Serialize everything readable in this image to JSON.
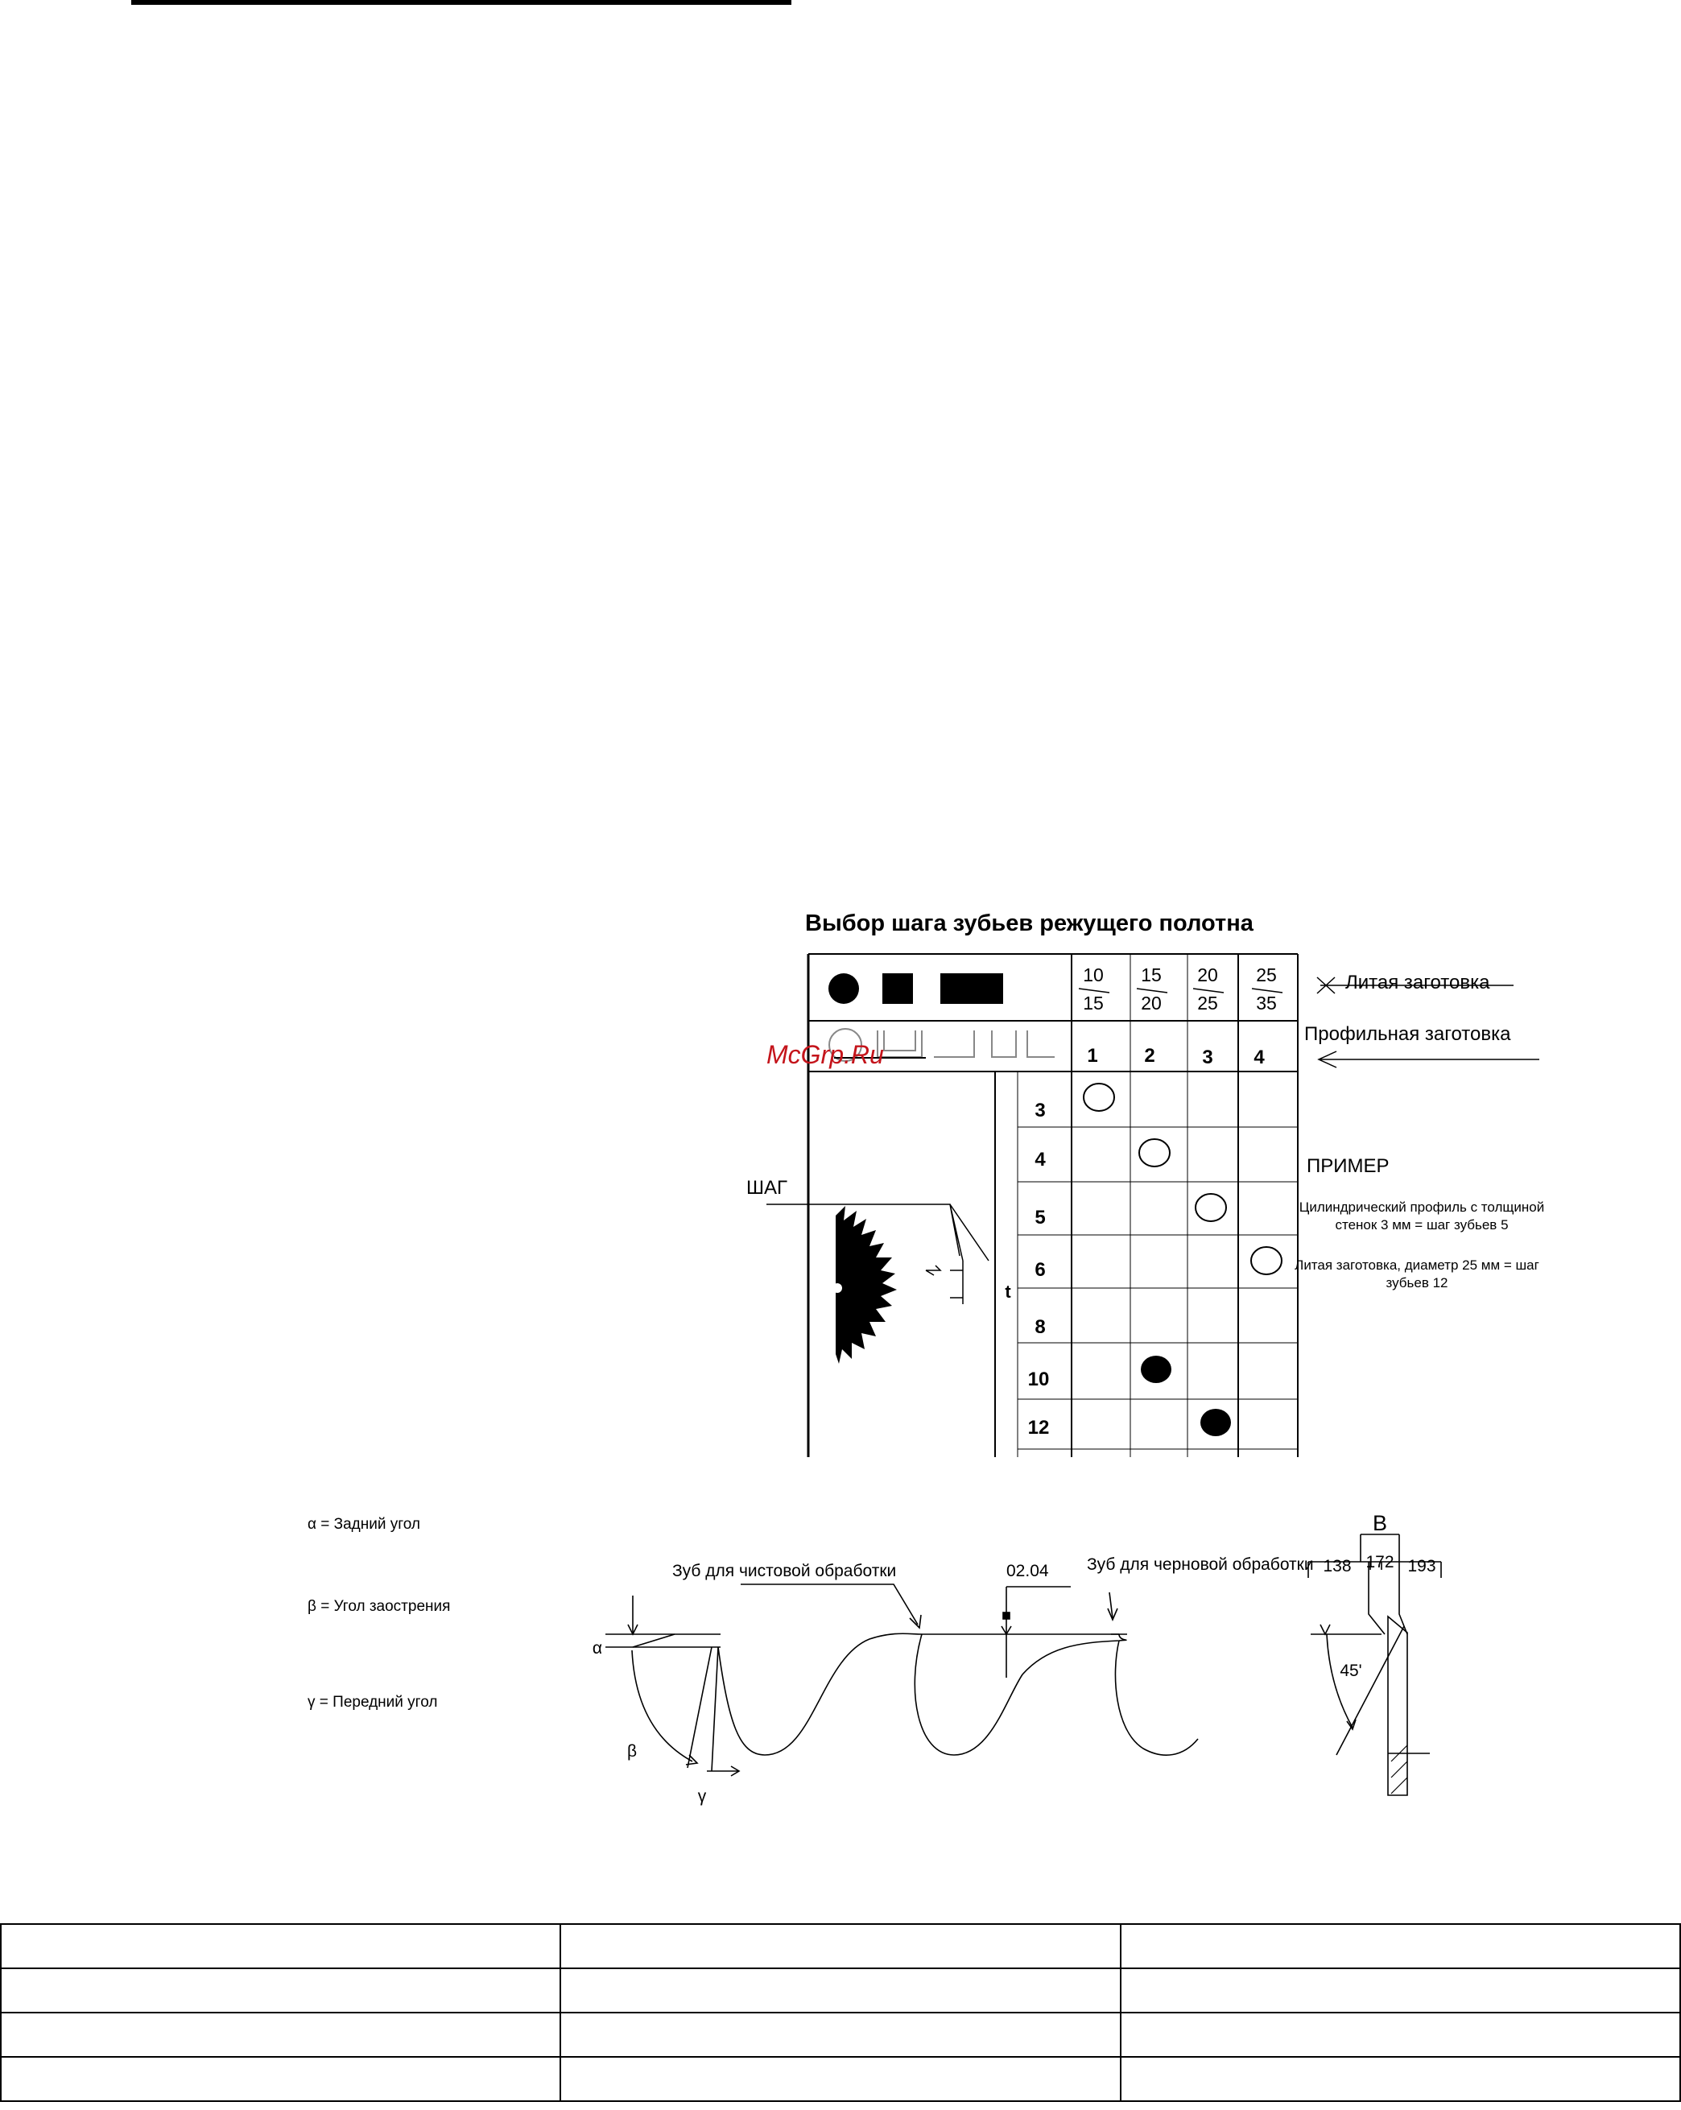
{
  "title": "Выбор шага зубьев режущего полотна",
  "watermark": "McGrp.Ru",
  "labels": {
    "cast_blank": "Литая заготовка",
    "profile_blank": "Профильная заготовка",
    "example_heading": "ПРИМЕР",
    "example_1": "Цилиндрический профиль с толщиной стенок 3 мм = шаг зубьев 5",
    "example_2": "Литая заготовка, диаметр 25 мм = шаг зубьев 12",
    "step": "ШАГ",
    "t": "t"
  },
  "table": {
    "cast_ranges": [
      {
        "top": "10",
        "bottom": "15"
      },
      {
        "top": "15",
        "bottom": "20"
      },
      {
        "top": "20",
        "bottom": "25"
      },
      {
        "top": "25",
        "bottom": "35"
      }
    ],
    "profile_columns": [
      "1",
      "2",
      "3",
      "4"
    ],
    "pitch_rows": [
      "3",
      "4",
      "5",
      "6",
      "8",
      "10",
      "12"
    ],
    "open_marks": [
      {
        "row": "3",
        "col": "1"
      },
      {
        "row": "4",
        "col": "2"
      },
      {
        "row": "5",
        "col": "3"
      },
      {
        "row": "6",
        "col": "4"
      }
    ],
    "filled_marks": [
      {
        "row": "10",
        "col": "2"
      },
      {
        "row": "12",
        "col": "3"
      }
    ]
  },
  "legend": [
    {
      "symbol": "α",
      "text": "Задний угол"
    },
    {
      "symbol": "β",
      "text": "Угол заострения"
    },
    {
      "symbol": "γ",
      "text": "Передний угол"
    }
  ],
  "tooth": {
    "finish_label": "Зуб для чистовой обработки",
    "rough_label": "Зуб для черновой обработки",
    "offset": "02.04",
    "alpha": "α",
    "beta": "β",
    "gamma": "γ",
    "angle": "45'",
    "b_label": "B",
    "dims": [
      "138",
      "172",
      "193"
    ]
  },
  "bottom_table": {
    "rows": [
      [
        "",
        "",
        ""
      ],
      [
        "",
        "",
        ""
      ],
      [
        "",
        "",
        ""
      ],
      [
        "",
        "",
        ""
      ]
    ]
  }
}
